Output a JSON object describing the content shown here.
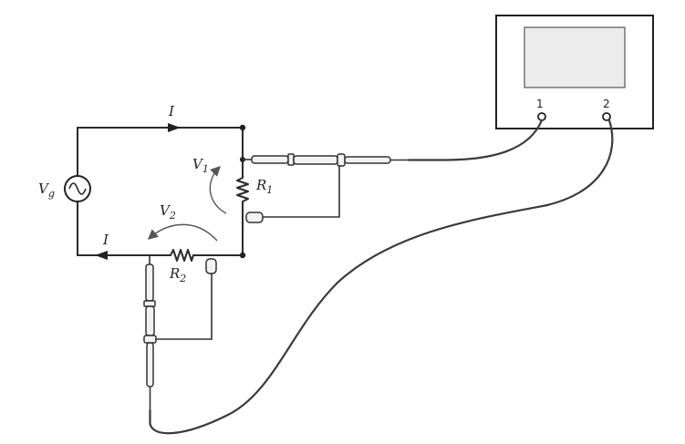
{
  "diagram": {
    "current_label": "I",
    "source_label": {
      "base": "V",
      "sub": "g"
    },
    "resistor1": {
      "base": "R",
      "sub": "1"
    },
    "resistor2": {
      "base": "R",
      "sub": "2"
    },
    "voltage1": {
      "base": "V",
      "sub": "1"
    },
    "voltage2": {
      "base": "V",
      "sub": "2"
    },
    "channel1": "1",
    "channel2": "2"
  },
  "colors": {
    "line": "#2a2a2a",
    "screen": "#ededed",
    "dot": "#222222"
  }
}
